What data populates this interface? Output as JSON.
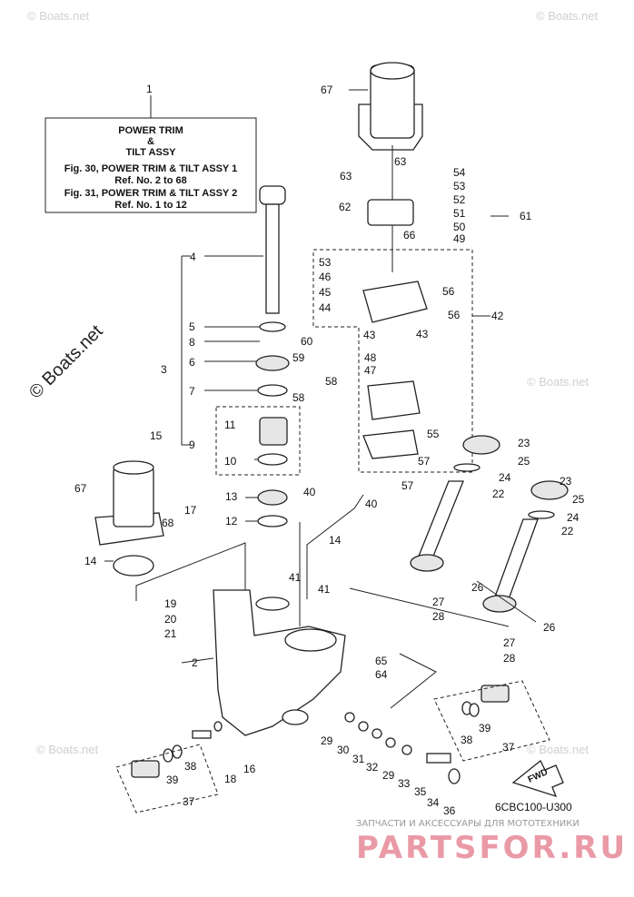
{
  "info_box": {
    "lines": [
      "POWER TRIM",
      "&",
      "TILT ASSY",
      "Fig. 30, POWER TRIM & TILT ASSY 1",
      "Ref. No. 2 to 68",
      "Fig. 31, POWER TRIM & TILT ASSY 2",
      "Ref. No. 1 to 12"
    ]
  },
  "watermarks": {
    "main": "© Boats.net",
    "faint": "© Boats.net"
  },
  "code": "6CBC100-U300",
  "fwd": "FWD",
  "branding": {
    "sub": "ЗАПЧАСТИ И АКСЕССУАРЫ ДЛЯ МОТОТЕХНИКИ",
    "logo": "PARTSFOR.RU"
  },
  "callouts": [
    {
      "id": "c1",
      "text": "1"
    },
    {
      "id": "c67a",
      "text": "67"
    },
    {
      "id": "c63a",
      "text": "63"
    },
    {
      "id": "c63b",
      "text": "63"
    },
    {
      "id": "c62",
      "text": "62"
    },
    {
      "id": "c66",
      "text": "66"
    },
    {
      "id": "c54",
      "text": "54"
    },
    {
      "id": "c53a",
      "text": "53"
    },
    {
      "id": "c52",
      "text": "52"
    },
    {
      "id": "c51",
      "text": "51"
    },
    {
      "id": "c50",
      "text": "50"
    },
    {
      "id": "c49",
      "text": "49"
    },
    {
      "id": "c61",
      "text": "61"
    },
    {
      "id": "c4",
      "text": "4"
    },
    {
      "id": "c53b",
      "text": "53"
    },
    {
      "id": "c46",
      "text": "46"
    },
    {
      "id": "c45",
      "text": "45"
    },
    {
      "id": "c44",
      "text": "44"
    },
    {
      "id": "c56a",
      "text": "56"
    },
    {
      "id": "c56b",
      "text": "56"
    },
    {
      "id": "c42",
      "text": "42"
    },
    {
      "id": "c5",
      "text": "5"
    },
    {
      "id": "c8",
      "text": "8"
    },
    {
      "id": "c43a",
      "text": "43"
    },
    {
      "id": "c43b",
      "text": "43"
    },
    {
      "id": "c60",
      "text": "60"
    },
    {
      "id": "c3",
      "text": "3"
    },
    {
      "id": "c6",
      "text": "6"
    },
    {
      "id": "c59",
      "text": "59"
    },
    {
      "id": "c48",
      "text": "48"
    },
    {
      "id": "c47",
      "text": "47"
    },
    {
      "id": "c58a",
      "text": "58"
    },
    {
      "id": "c7",
      "text": "7"
    },
    {
      "id": "c58b",
      "text": "58"
    },
    {
      "id": "c15",
      "text": "15"
    },
    {
      "id": "c11",
      "text": "11"
    },
    {
      "id": "c55",
      "text": "55"
    },
    {
      "id": "c23a",
      "text": "23"
    },
    {
      "id": "c9",
      "text": "9"
    },
    {
      "id": "c25a",
      "text": "25"
    },
    {
      "id": "c10",
      "text": "10"
    },
    {
      "id": "c57a",
      "text": "57"
    },
    {
      "id": "c24a",
      "text": "24"
    },
    {
      "id": "c23b",
      "text": "23"
    },
    {
      "id": "c67b",
      "text": "67"
    },
    {
      "id": "c57b",
      "text": "57"
    },
    {
      "id": "c22a",
      "text": "22"
    },
    {
      "id": "c25b",
      "text": "25"
    },
    {
      "id": "c13",
      "text": "13"
    },
    {
      "id": "c40a",
      "text": "40"
    },
    {
      "id": "c40b",
      "text": "40"
    },
    {
      "id": "c17",
      "text": "17"
    },
    {
      "id": "c68",
      "text": "68"
    },
    {
      "id": "c24b",
      "text": "24"
    },
    {
      "id": "c12",
      "text": "12"
    },
    {
      "id": "c22b",
      "text": "22"
    },
    {
      "id": "c14a",
      "text": "14"
    },
    {
      "id": "c14b",
      "text": "14"
    },
    {
      "id": "c41a",
      "text": "41"
    },
    {
      "id": "c26a",
      "text": "26"
    },
    {
      "id": "c41b",
      "text": "41"
    },
    {
      "id": "c19",
      "text": "19"
    },
    {
      "id": "c27a",
      "text": "27"
    },
    {
      "id": "c20",
      "text": "20"
    },
    {
      "id": "c28a",
      "text": "28"
    },
    {
      "id": "c21",
      "text": "21"
    },
    {
      "id": "c26b",
      "text": "26"
    },
    {
      "id": "c27b",
      "text": "27"
    },
    {
      "id": "c2",
      "text": "2"
    },
    {
      "id": "c28b",
      "text": "28"
    },
    {
      "id": "c65",
      "text": "65"
    },
    {
      "id": "c64",
      "text": "64"
    },
    {
      "id": "c39a",
      "text": "39"
    },
    {
      "id": "c38a",
      "text": "38"
    },
    {
      "id": "c37a",
      "text": "37"
    },
    {
      "id": "c29a",
      "text": "29"
    },
    {
      "id": "c30",
      "text": "30"
    },
    {
      "id": "c31",
      "text": "31"
    },
    {
      "id": "c32",
      "text": "32"
    },
    {
      "id": "c29b",
      "text": "29"
    },
    {
      "id": "c33",
      "text": "33"
    },
    {
      "id": "c35",
      "text": "35"
    },
    {
      "id": "c34",
      "text": "34"
    },
    {
      "id": "c36",
      "text": "36"
    },
    {
      "id": "c16",
      "text": "16"
    },
    {
      "id": "c18",
      "text": "18"
    },
    {
      "id": "c38b",
      "text": "38"
    },
    {
      "id": "c39b",
      "text": "39"
    },
    {
      "id": "c37b",
      "text": "37"
    }
  ]
}
